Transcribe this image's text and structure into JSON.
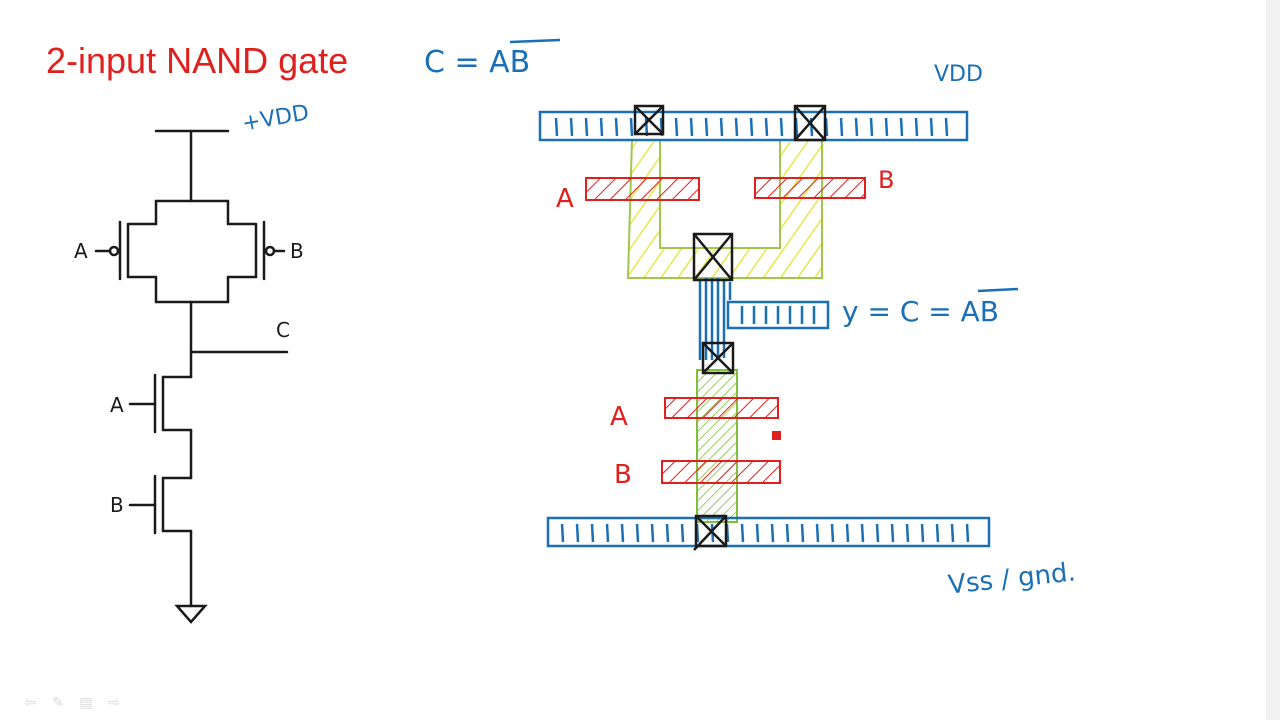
{
  "slide": {
    "title": "2-input NAND gate",
    "equation": "C = AB"
  },
  "schematic": {
    "vdd_label": "+VDD",
    "pmos_left_input": "A",
    "pmos_right_input": "B",
    "output": "C",
    "nmos_top_input": "A",
    "nmos_bottom_input": "B"
  },
  "layout": {
    "vdd_rail_label": "VDD",
    "gate_a_top_label": "A",
    "gate_b_top_label": "B",
    "output_label": "y = C = AB",
    "gate_a_bottom_label": "A",
    "gate_b_bottom_label": "B",
    "vss_label": "Vss / gnd."
  },
  "colors": {
    "title": "#e0201d",
    "metal": "#1a6fb7",
    "poly": "#e0201d",
    "p_diffusion": "#e6e84a",
    "n_diffusion": "#7fbf3a",
    "wire": "#1a1a1a"
  },
  "nav": [
    "prev-icon",
    "pen-icon",
    "menu-icon",
    "next-icon"
  ]
}
